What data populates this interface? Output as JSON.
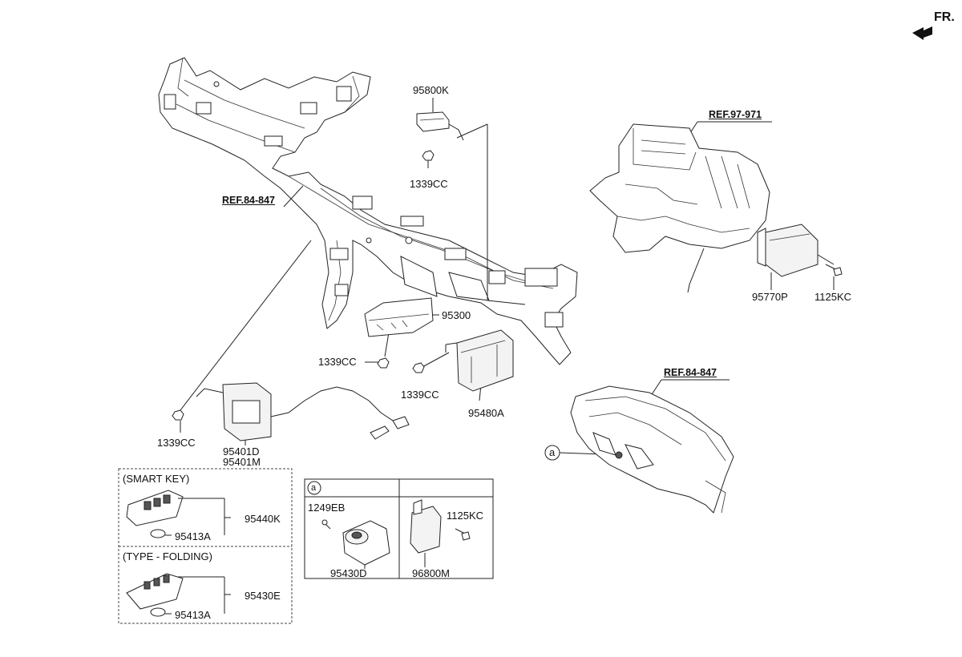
{
  "labels": {
    "fr": "FR.",
    "ref_8484_top": "REF.84-847",
    "ref_97": "REF.97-971",
    "ref_8484_right": "REF.84-847",
    "p95800k": "95800K",
    "p1339cc_top": "1339CC",
    "p95300": "95300",
    "p1339cc_left": "1339CC",
    "p1339cc_mid": "1339CC",
    "p95480a": "95480A",
    "p1339cc_bottom": "1339CC",
    "p95401d": "95401D",
    "p95401m": "95401M",
    "p95770p": "95770P",
    "p1125kc_right": "1125KC",
    "callout_a_dash": "a"
  },
  "smart_key_box": {
    "title": "(SMART KEY)",
    "key_part": "95440K",
    "battery_part": "95413A"
  },
  "folding_box": {
    "title": "(TYPE - FOLDING)",
    "key_part": "95430E",
    "battery_part": "95413A"
  },
  "detail_box": {
    "callout": "a",
    "screw_part": "1249EB",
    "switch_part": "95430D",
    "bolt_part": "1125KC",
    "module_part": "96800M"
  }
}
